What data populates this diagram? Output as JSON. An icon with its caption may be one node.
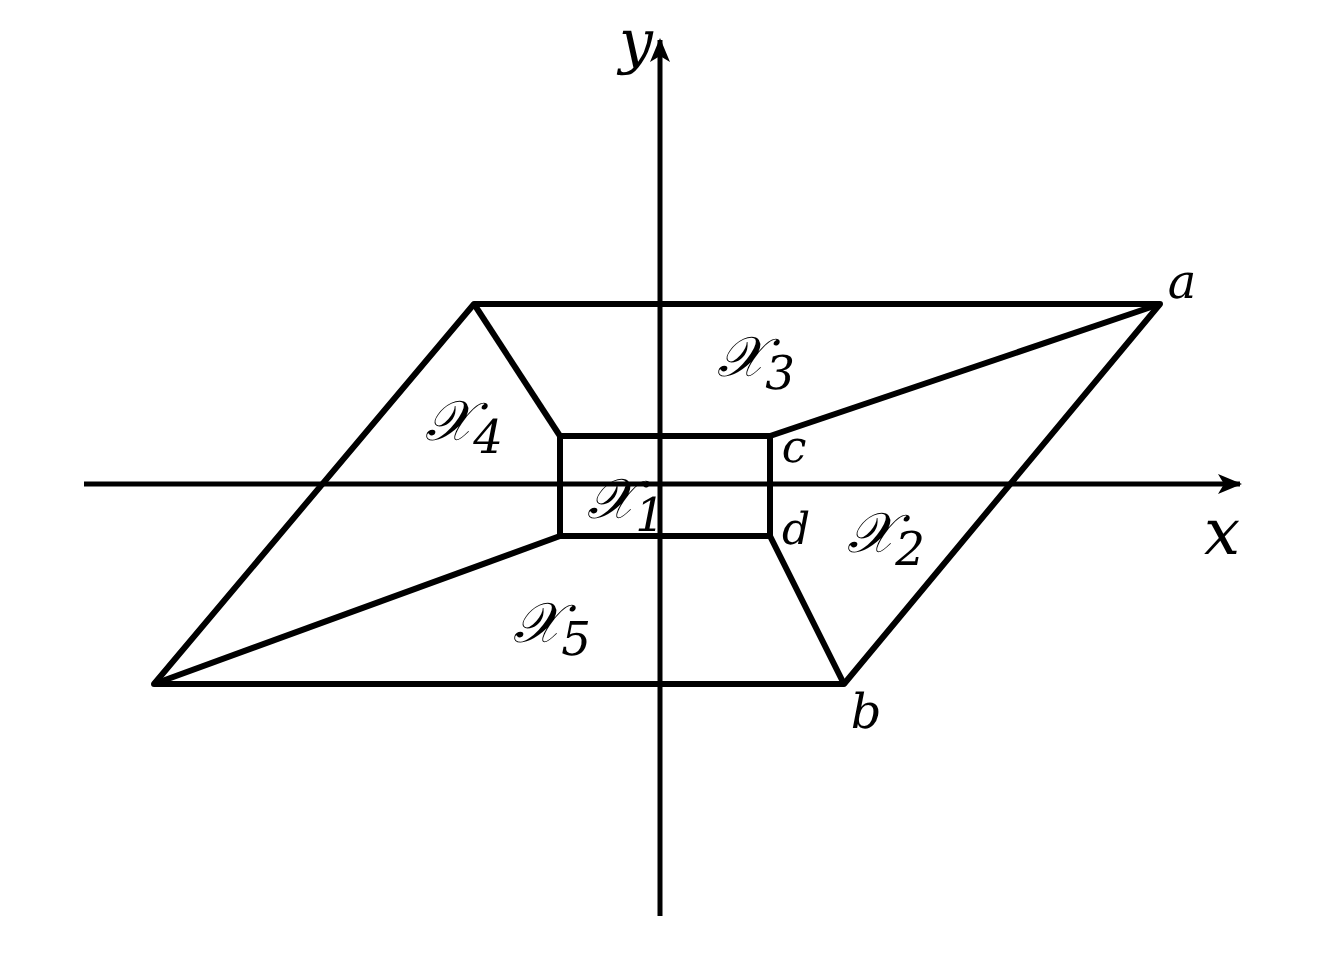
{
  "diagram": {
    "labels": [
      "y",
      "a",
      "𝒳$_{3}$",
      "𝒳$_{4}$",
      "c",
      "𝒳$_{1}$",
      "d",
      "𝒳$_{2}$",
      "x",
      "𝒳$_{5}$",
      "b"
    ]
  }
}
